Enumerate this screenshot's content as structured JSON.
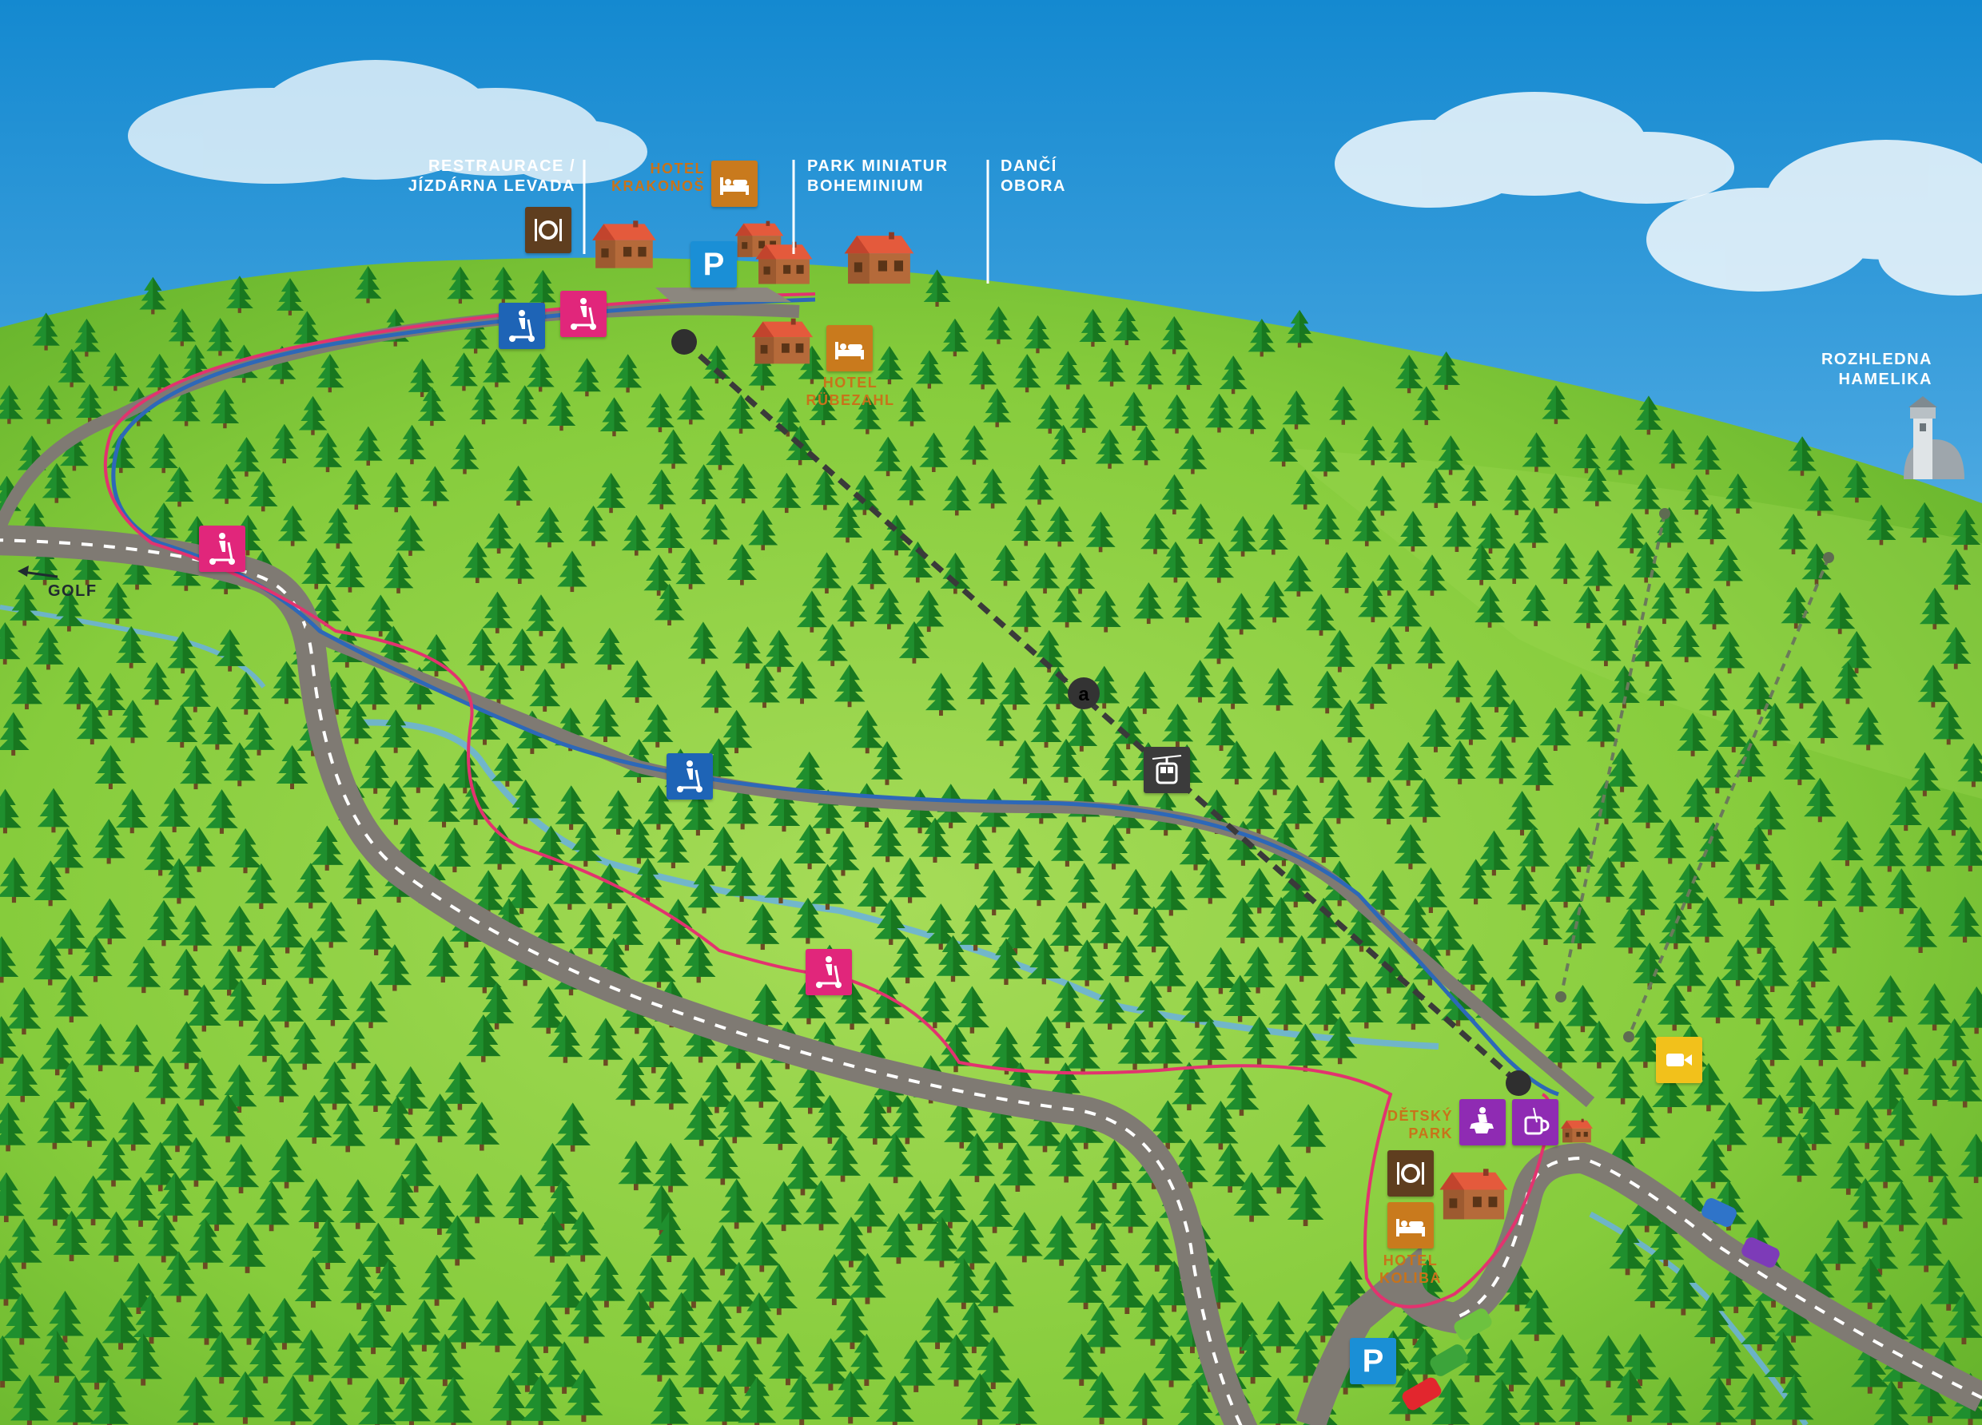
{
  "labels": {
    "restaurace": [
      "RESTRAURACE /",
      "JÍZDÁRNA LEVADA"
    ],
    "hotel_krakonos": [
      "HOTEL",
      "KRAKONOŠ"
    ],
    "park_miniatur": [
      "PARK MINIATUR",
      "BOHEMINIUM"
    ],
    "danci_obora": [
      "DANČÍ",
      "OBORA"
    ],
    "hotel_rubezahl": [
      "HOTEL",
      "RÜBEZAHL"
    ],
    "rozhledna": [
      "ROZHLEDNA",
      "HAMELIKA"
    ],
    "golf": "GOLF",
    "detsky_park": [
      "DĚTSKÝ",
      "PARK"
    ],
    "hotel_koliba": [
      "HOTEL",
      "KOLIBA"
    ]
  },
  "icons": {
    "parking": "P",
    "cable_stop": "a"
  },
  "icon_names": [
    "restaurant-icon",
    "bed-icon",
    "parking-icon",
    "kick-scooter-icon",
    "cable-car-icon",
    "camera-icon",
    "horse-rider-icon",
    "coffee-cup-icon",
    "lookout-tower-icon"
  ],
  "colors": {
    "sky": "#1489d0",
    "grass": "#7cc83a",
    "road": "#7f7a73",
    "blue_route": "#2d68b8",
    "red_route": "#e2336f",
    "stream": "#6ab0e0",
    "scooter_pink": "#e1267b",
    "scooter_blue": "#1e64b6",
    "restaurant_brown": "#5f3e1f",
    "hotel_orange": "#c97a1d",
    "parking_blue": "#1a8fd6",
    "cable_dark": "#3b3b3b",
    "camera_yellow": "#f2c11b",
    "kids_purple": "#8f2bb3"
  }
}
